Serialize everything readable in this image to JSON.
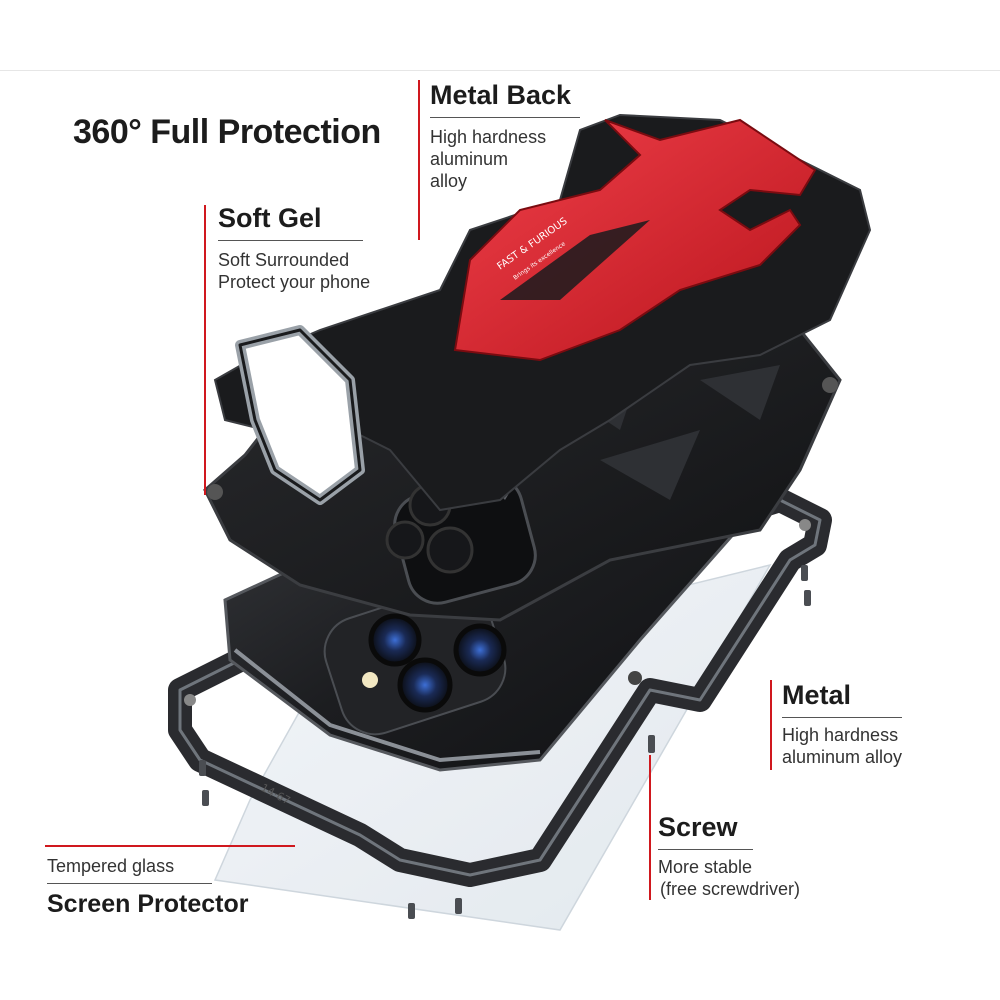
{
  "headline": "360° Full Protection",
  "colors": {
    "accent_line": "#d0181e",
    "red_plate": "#e3252f",
    "case_black": "#1b1b1d",
    "metal": "#9aa1a8"
  },
  "callouts": {
    "metal_back": {
      "title": "Metal Back",
      "lines": [
        "High hardness",
        "aluminum",
        "alloy"
      ]
    },
    "soft_gel": {
      "title": "Soft Gel",
      "lines": [
        "Soft Surrounded",
        "Protect your phone"
      ]
    },
    "metal": {
      "title": "Metal",
      "lines": [
        "High hardness",
        "aluminum alloy"
      ]
    },
    "screw": {
      "title": "Screw",
      "lines": [
        "More stable",
        "(free screwdriver)"
      ]
    },
    "screen_protector": {
      "subtitle": "Tempered glass",
      "title": "Screen Protector"
    }
  },
  "illustration": {
    "red_plate_text_1": "FAST & FURIOUS",
    "red_plate_text_2": "Brings its excellence",
    "frame_mark": "14·67",
    "icons": [
      "metal-back-plate-icon",
      "soft-gel-case-icon",
      "phone-icon",
      "metal-frame-icon",
      "screw-icon",
      "tempered-glass-icon"
    ]
  }
}
